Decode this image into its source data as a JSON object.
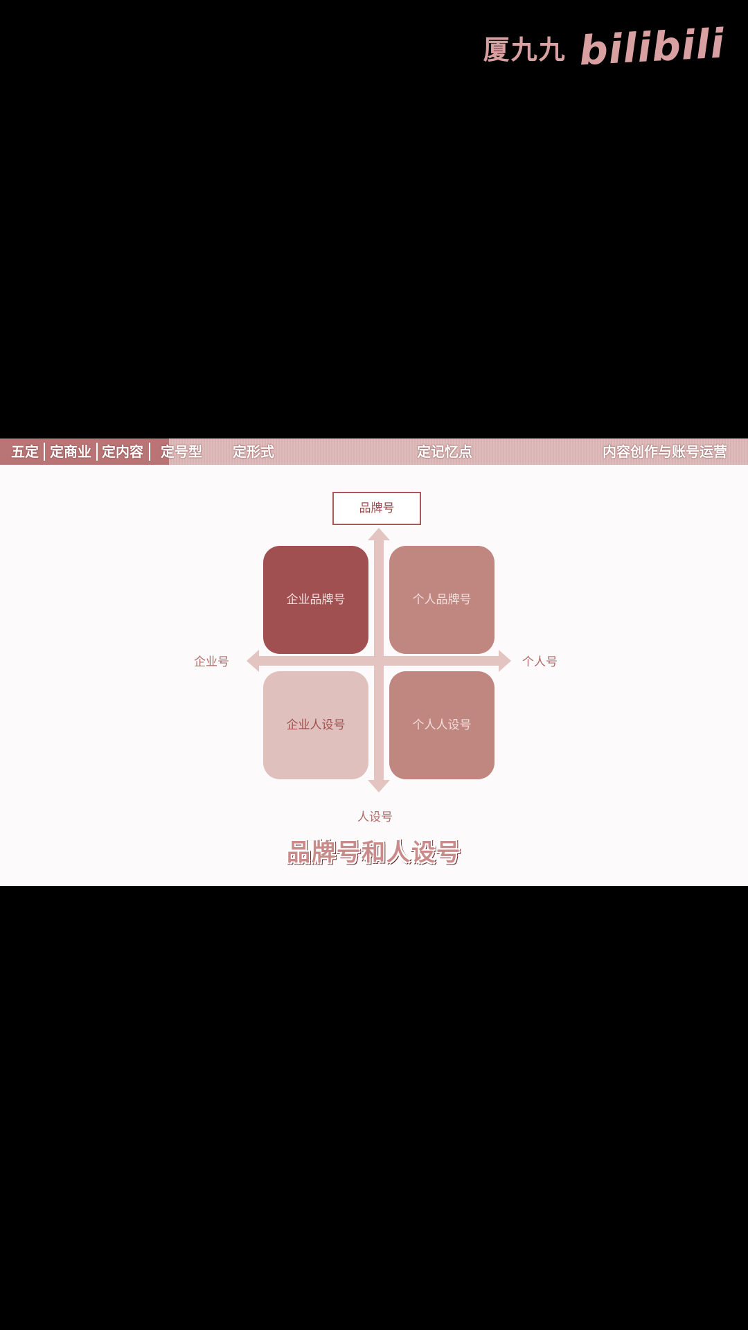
{
  "watermark": {
    "author": "厦九九",
    "platform": "bilibili"
  },
  "nav": {
    "items": [
      "五定",
      "定商业",
      "定内容",
      "定号型",
      "定形式",
      "定记忆点",
      "内容创作与账号运营"
    ],
    "active_color": "#b97575",
    "bar_color": "#d9b3b3"
  },
  "diagram": {
    "top_label": "品牌号",
    "bottom_label": "人设号",
    "left_label": "企业号",
    "right_label": "个人号",
    "quadrants": {
      "top_left": {
        "label": "企业品牌号",
        "color": "#a05050",
        "text_color": "#f3dede"
      },
      "top_right": {
        "label": "个人品牌号",
        "color": "#c08680",
        "text_color": "#f3dede"
      },
      "bottom_left": {
        "label": "企业人设号",
        "color": "#e0c0bd",
        "text_color": "#a05050"
      },
      "bottom_right": {
        "label": "个人人设号",
        "color": "#c08680",
        "text_color": "#f3dede"
      }
    },
    "arrow_color": "#e4c4c0"
  },
  "caption": "品牌号和人设号"
}
